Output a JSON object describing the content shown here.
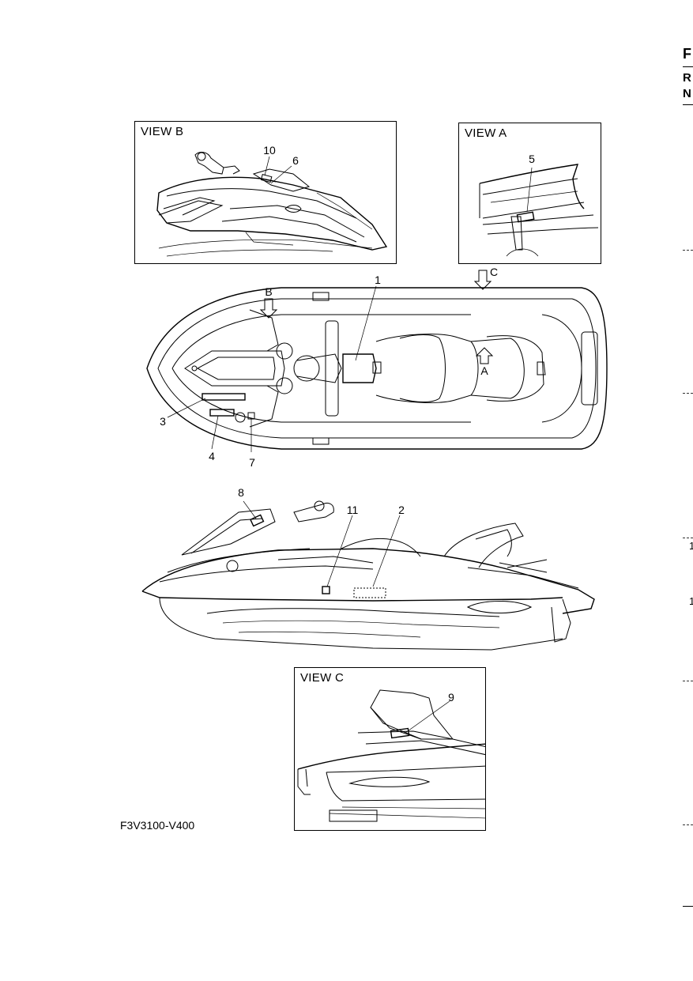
{
  "edge": {
    "letters": [
      "F",
      "R",
      "N"
    ],
    "numbers": [
      "1",
      "1"
    ]
  },
  "views": {
    "b_title": "VIEW B",
    "a_title": "VIEW A",
    "c_title": "VIEW C"
  },
  "callouts": {
    "n1": "1",
    "n2": "2",
    "n3": "3",
    "n4": "4",
    "n5": "5",
    "n6": "6",
    "n7": "7",
    "n8": "8",
    "n9": "9",
    "n10": "10",
    "n11": "11"
  },
  "arrows": {
    "b": "B",
    "a": "A",
    "c": "C"
  },
  "figure_code": "F3V3100-V400"
}
